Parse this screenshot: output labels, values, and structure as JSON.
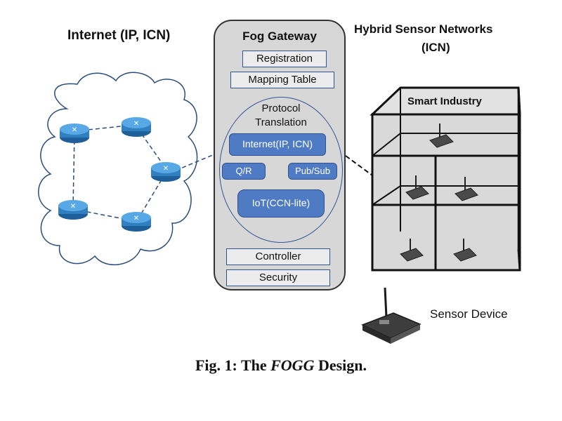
{
  "internet": {
    "title": "Internet (IP, ICN)"
  },
  "fog_gateway": {
    "title": "Fog Gateway",
    "registration": "Registration",
    "mapping_table": "Mapping Table",
    "protocol_translation_line1": "Protocol",
    "protocol_translation_line2": "Translation",
    "internet_block": "Internet(IP, ICN)",
    "qr": "Q/R",
    "pubsub": "Pub/Sub",
    "iot_block": "IoT(CCN-lite)",
    "controller": "Controller",
    "security": "Security"
  },
  "sensor_networks": {
    "title_line1": "Hybrid Sensor Networks",
    "title_line2": "(ICN)",
    "building_label": "Smart Industry",
    "device_label": "Sensor Device"
  },
  "caption": {
    "prefix": "Fig. 1: The",
    "name": "FOGG",
    "suffix": "Design."
  },
  "colors": {
    "router": "#3a8fd1",
    "block": "#4f7bc4",
    "gateway": "#d7d7d7"
  }
}
